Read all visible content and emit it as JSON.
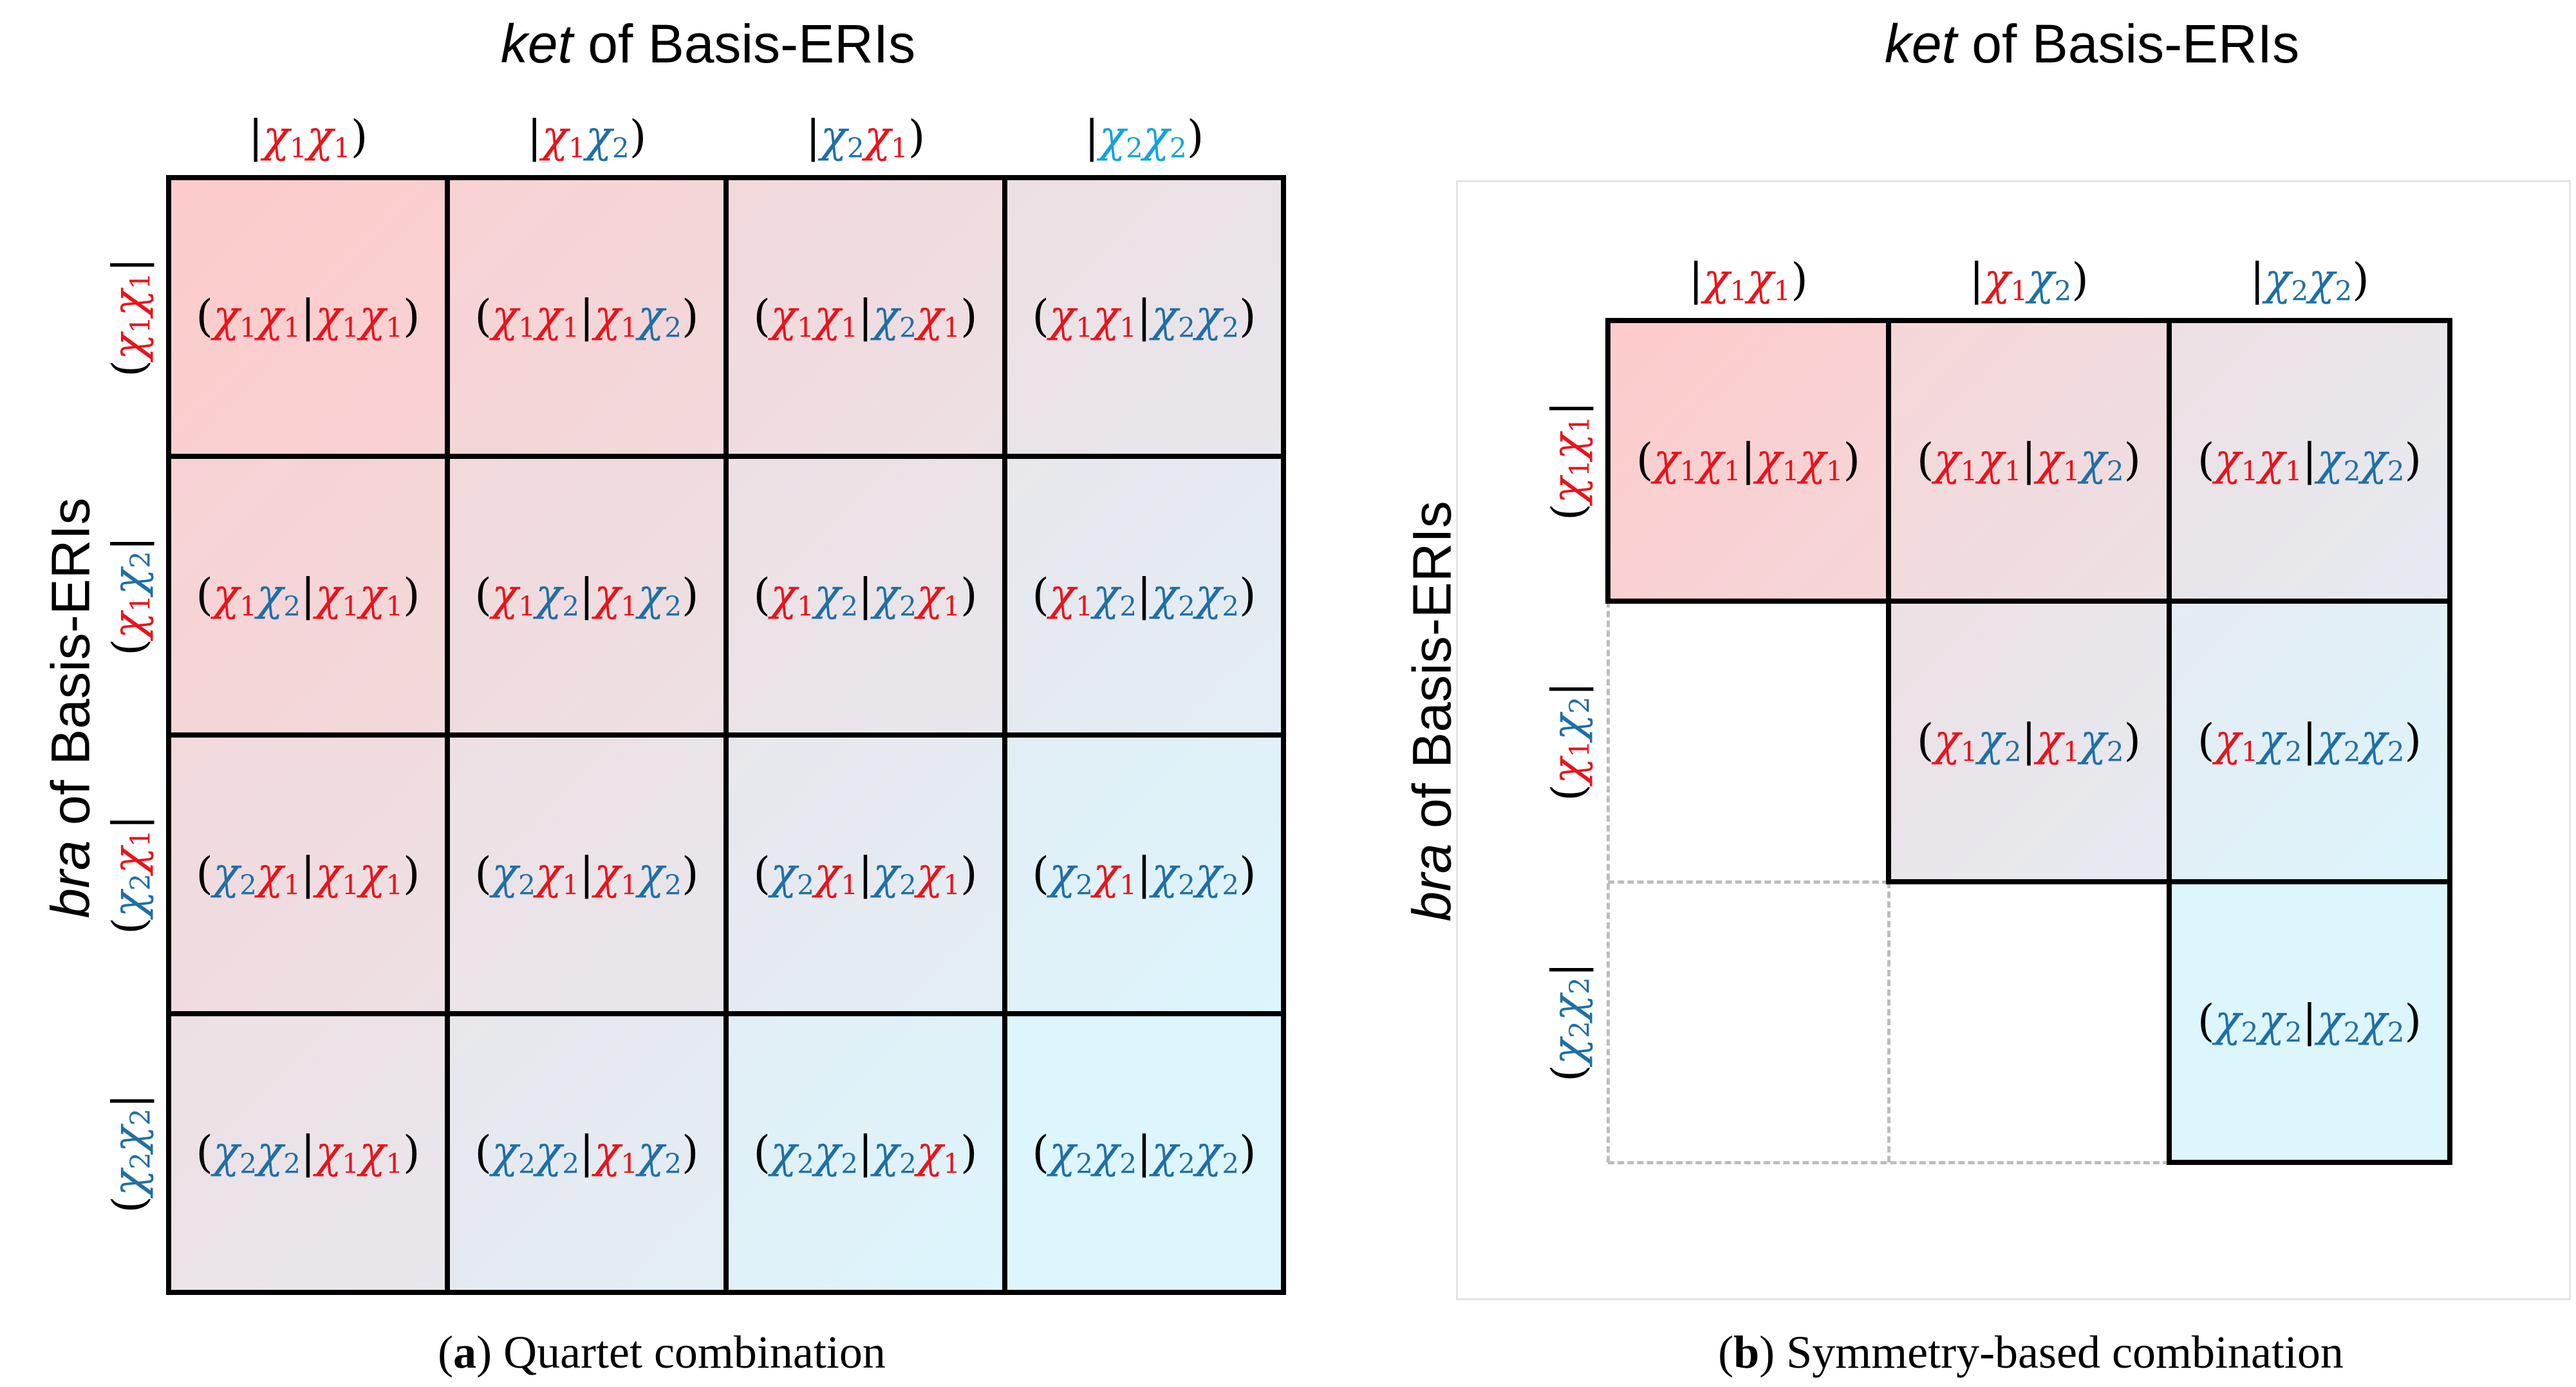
{
  "ket_title_prefix": "ket",
  "ket_title_suffix": " of Basis-ERIs",
  "bra_title_prefix": "bra",
  "bra_title_suffix": " of Basis-ERIs",
  "colors": {
    "chi1": "#e8141c",
    "chi2": "#1f6fa6",
    "chi2_header_a": "#14a3d8",
    "cell_red": "#fdcbcb",
    "cell_cyan": "#ddf5fd",
    "grid": "#000000",
    "dashed": "#bdbdbd"
  },
  "symbols": {
    "chi": "χ",
    "sub1": "1",
    "sub2": "2",
    "bar": "|",
    "open": "(",
    "close": ")"
  },
  "panel_a": {
    "caption_letter": "a",
    "caption_text": " Quartet combination",
    "col_headers": [
      "|χ1χ1)",
      "|χ1χ2)",
      "|χ2χ1)",
      "|χ2χ2)"
    ],
    "row_headers": [
      "(χ1χ1|",
      "(χ1χ2|",
      "(χ2χ1|",
      "(χ2χ2|"
    ],
    "cells": [
      [
        "(χ1χ1|χ1χ1)",
        "(χ1χ1|χ1χ2)",
        "(χ1χ1|χ2χ1)",
        "(χ1χ1|χ2χ2)"
      ],
      [
        "(χ1χ2|χ1χ1)",
        "(χ1χ2|χ1χ2)",
        "(χ1χ2|χ2χ1)",
        "(χ1χ2|χ2χ2)"
      ],
      [
        "(χ2χ1|χ1χ1)",
        "(χ2χ1|χ1χ2)",
        "(χ2χ1|χ2χ1)",
        "(χ2χ1|χ2χ2)"
      ],
      [
        "(χ2χ2|χ1χ1)",
        "(χ2χ2|χ1χ2)",
        "(χ2χ2|χ2χ1)",
        "(χ2χ2|χ2χ2)"
      ]
    ]
  },
  "panel_b": {
    "caption_letter": "b",
    "caption_text": " Symmetry-based combination",
    "col_headers": [
      "|χ1χ1)",
      "|χ1χ2)",
      "|χ2χ2)"
    ],
    "row_headers": [
      "(χ1χ1|",
      "(χ1χ2|",
      "(χ2χ2|"
    ],
    "cells": [
      [
        "(χ1χ1|χ1χ1)",
        "(χ1χ1|χ1χ2)",
        "(χ1χ1|χ2χ2)"
      ],
      [
        "",
        "(χ1χ2|χ1χ2)",
        "(χ1χ2|χ2χ2)"
      ],
      [
        "",
        "",
        "(χ2χ2|χ2χ2)"
      ]
    ]
  }
}
